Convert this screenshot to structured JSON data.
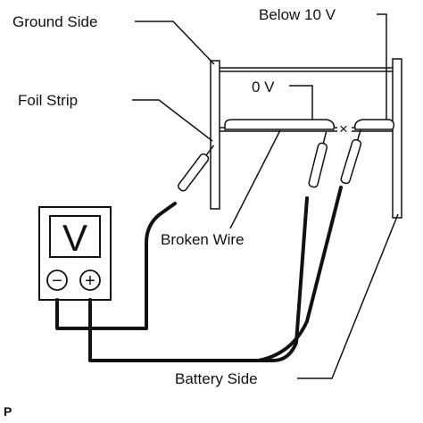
{
  "labels": {
    "ground_side": "Ground Side",
    "below_10v": "Below 10 V",
    "foil_strip": "Foil Strip",
    "zero_v": "0 V",
    "broken_wire": "Broken Wire",
    "battery_side": "Battery Side",
    "break_mark": "×",
    "footer": "P"
  },
  "meter": {
    "display": "V",
    "neg_symbol": "−",
    "pos_symbol": "+"
  }
}
